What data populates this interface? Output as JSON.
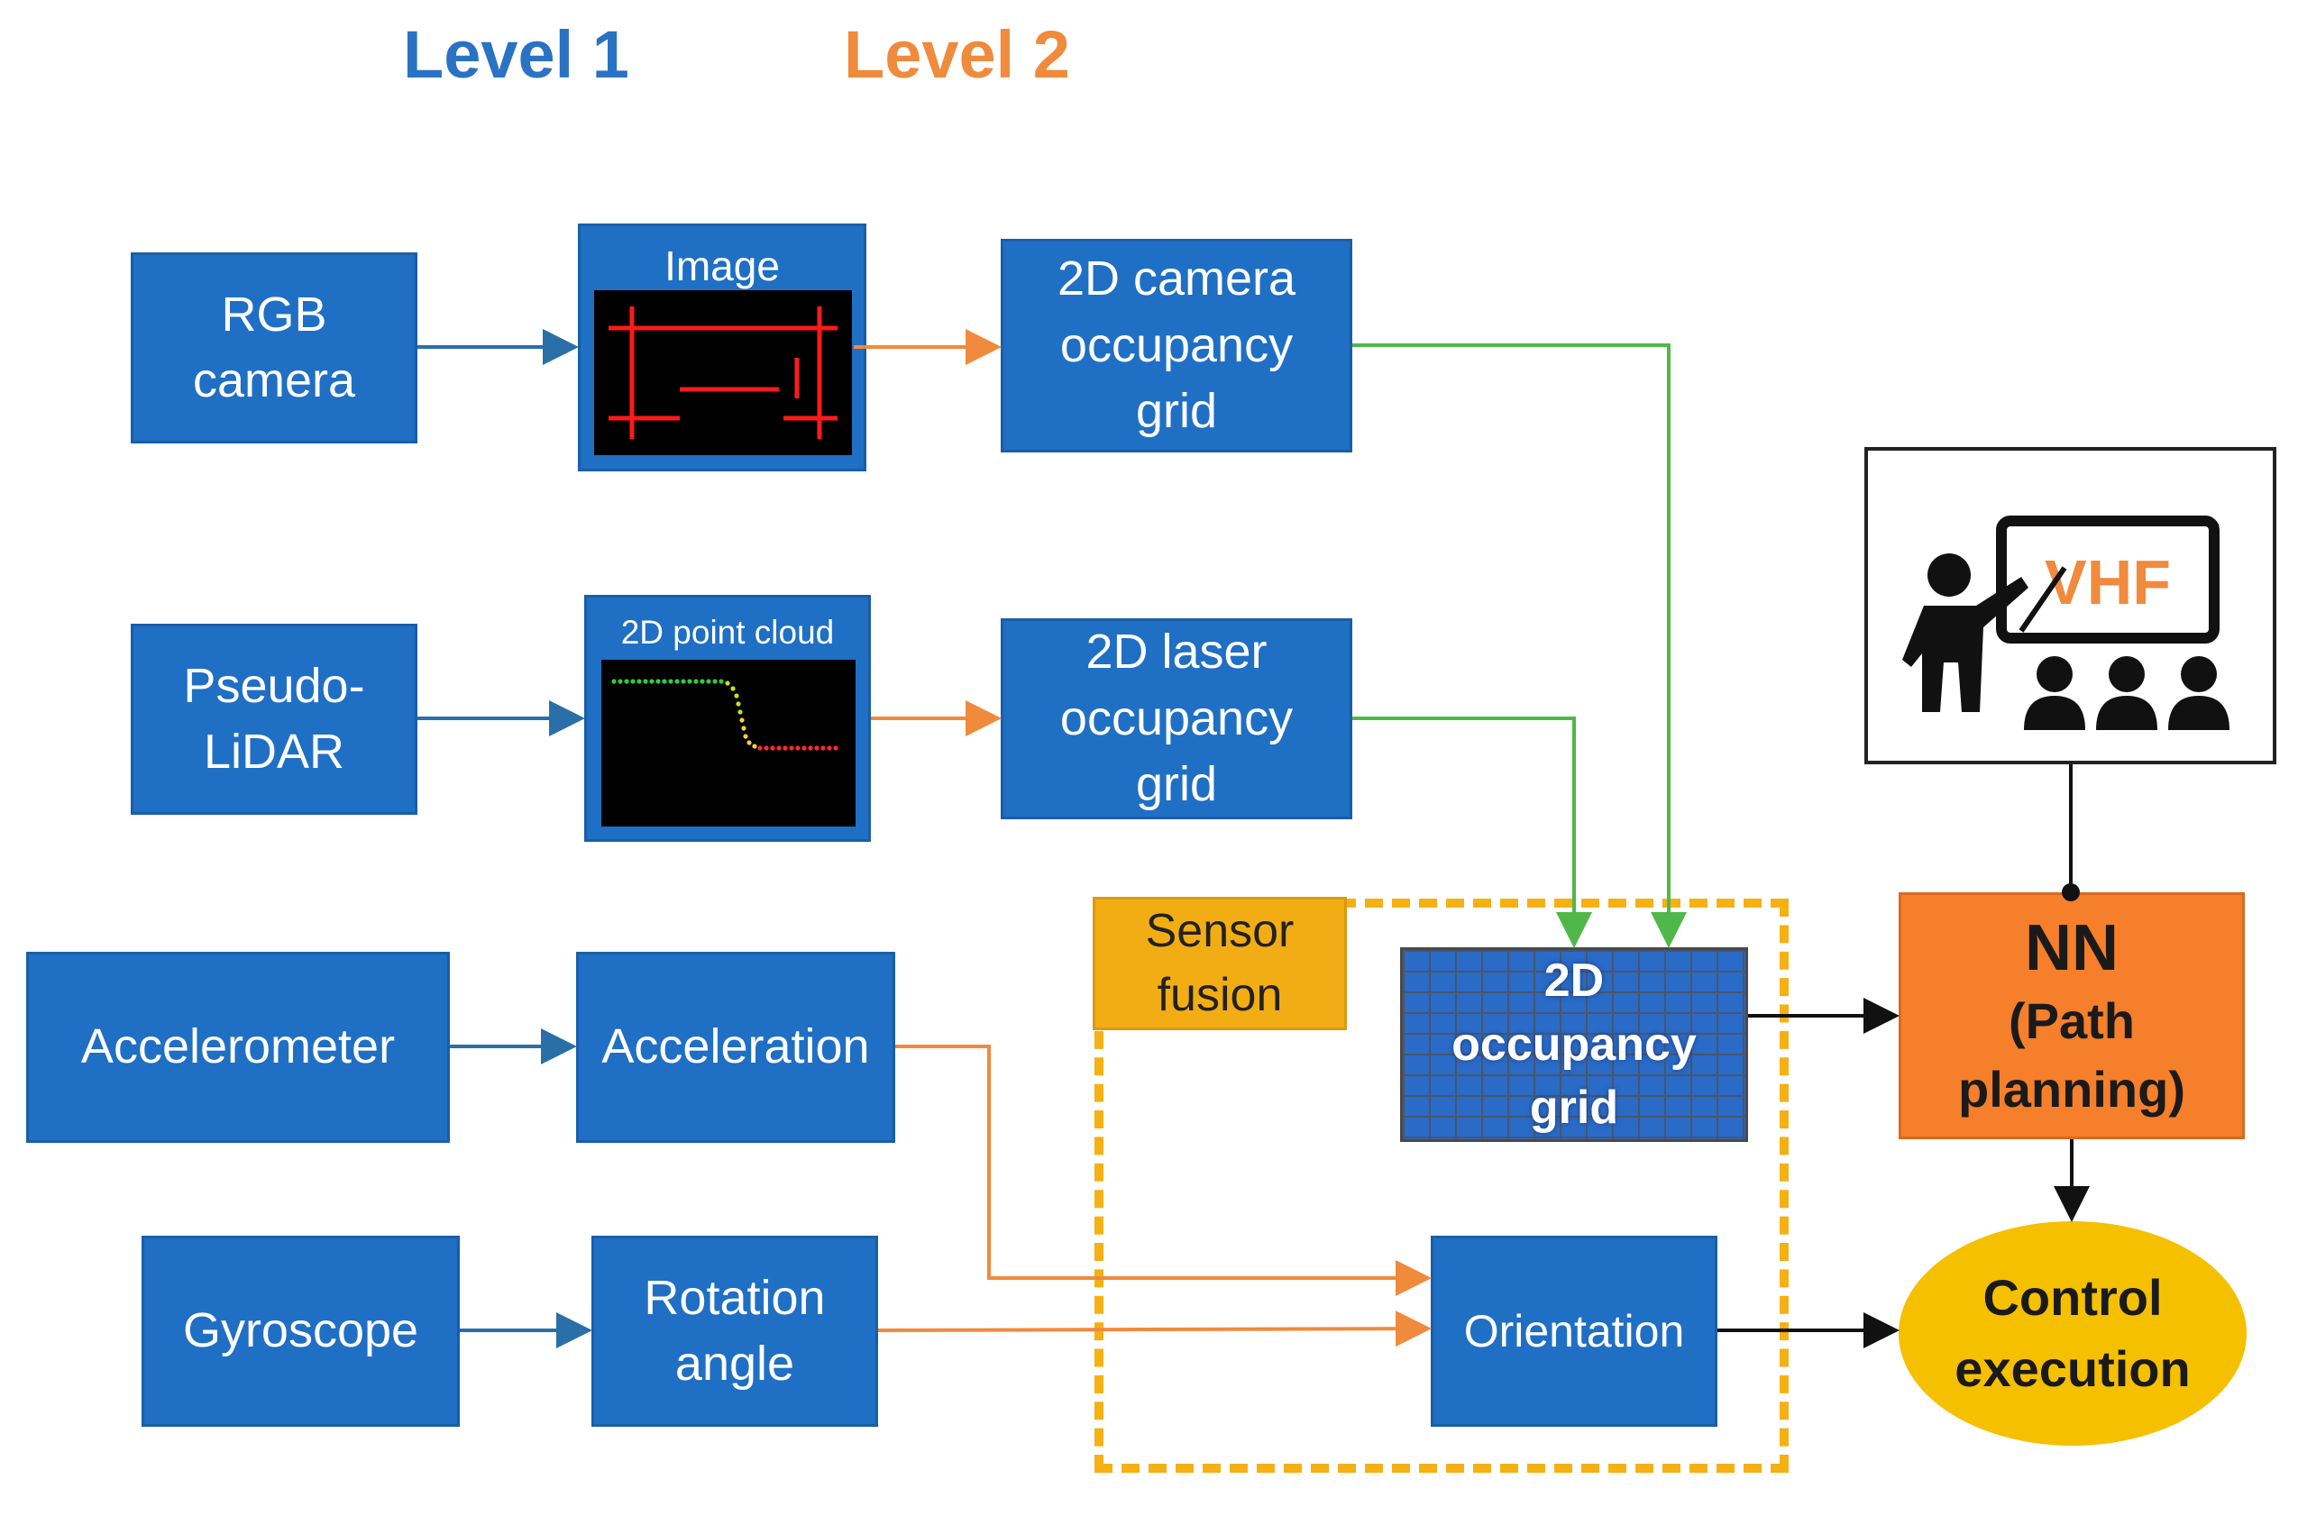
{
  "levels": {
    "level1": "Level 1",
    "level2": "Level 2"
  },
  "inputs": {
    "rgb_camera": "RGB camera",
    "pseudo_lidar": "Pseudo-LiDAR",
    "accelerometer": "Accelerometer",
    "gyroscope": "Gyroscope"
  },
  "level1_outputs": {
    "image": "Image",
    "point_cloud": "2D point cloud",
    "acceleration": "Acceleration",
    "rotation_angle": "Rotation angle"
  },
  "level2_outputs": {
    "camera_grid": "2D camera occupancy grid",
    "laser_grid": "2D laser occupancy grid"
  },
  "fusion": {
    "label": "Sensor fusion",
    "occupancy_grid": "2D occupancy grid",
    "orientation": "Orientation"
  },
  "nn": {
    "title": "NN",
    "subtitle": "(Path planning)"
  },
  "control": "Control execution",
  "vhf": "VHF",
  "colors": {
    "box_blue": "#1f6fc4",
    "level1_blue": "#2a72c4",
    "level2_orange": "#f08a3c",
    "arrow_blue": "#2a6fa8",
    "arrow_orange": "#f08a3c",
    "arrow_green": "#4fb848",
    "fusion_yellow": "#f5b114",
    "nn_orange": "#f57f2a",
    "control_yellow": "#f5c000"
  }
}
